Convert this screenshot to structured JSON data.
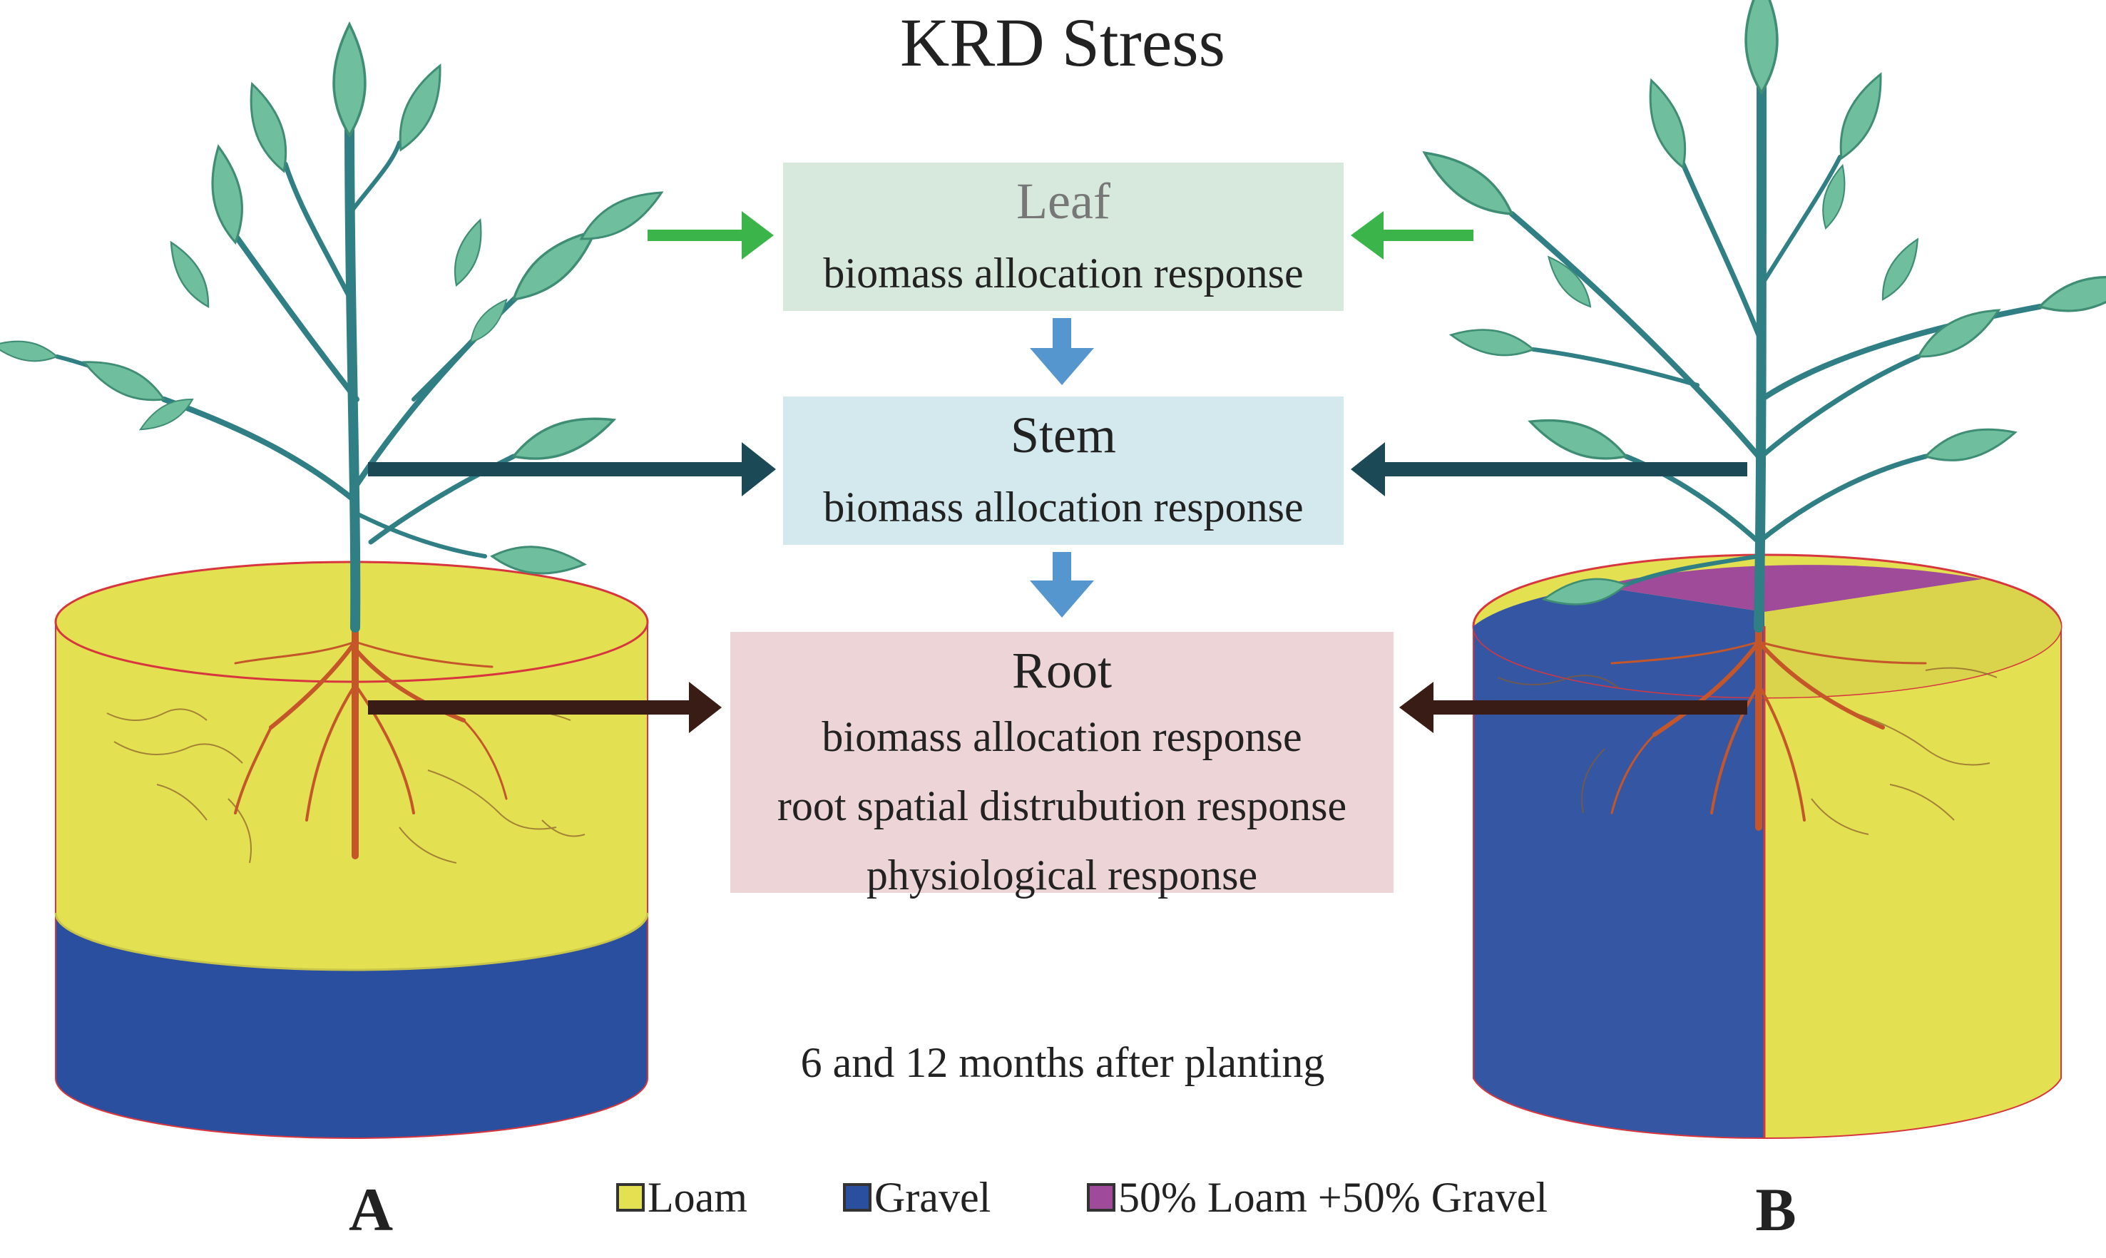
{
  "title": "KRD Stress",
  "boxes": {
    "leaf": {
      "heading": "Leaf",
      "lines": [
        "biomass allocation response"
      ],
      "fill": "#d7e9dc"
    },
    "stem": {
      "heading": "Stem",
      "lines": [
        "biomass allocation response"
      ],
      "fill": "#d3e9ee"
    },
    "root": {
      "heading": "Root",
      "lines": [
        "biomass allocation response",
        "root spatial distrubution response",
        "physiological response"
      ],
      "fill": "#edd4d6"
    }
  },
  "subtitle": "6 and 12 months after planting",
  "panel_labels": {
    "a": "A",
    "b": "B"
  },
  "legend": [
    {
      "label": "Loam",
      "color": "#e3e052"
    },
    {
      "label": "Gravel",
      "color": "#2a4f9e"
    },
    {
      "label": "50% Loam +50% Gravel",
      "color": "#a04a9a"
    }
  ],
  "colors": {
    "leaf_arrow": "#3bb54a",
    "stem_arrow": "#1b4a56",
    "root_arrow": "#3a1c17",
    "flow_arrow": "#5596cf",
    "leaf": "#6fbf9f",
    "leaf_edge": "#3e8d74",
    "plant_stem": "#2f7f84",
    "root": "#c4562a",
    "pot_rim": "#d8363f"
  }
}
